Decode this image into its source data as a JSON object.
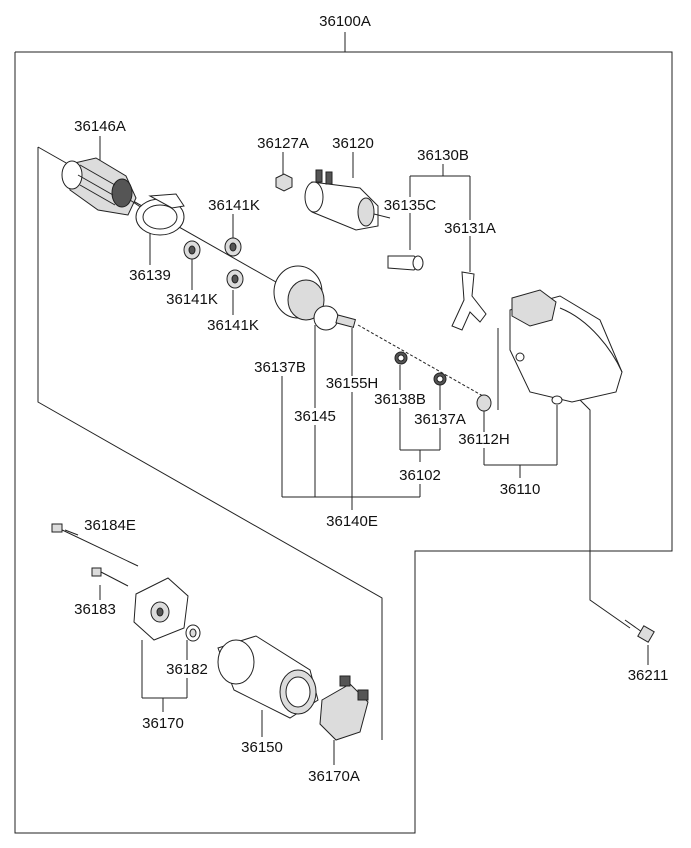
{
  "diagram": {
    "labels": {
      "assembly": "36100A",
      "armature": "36146A",
      "solenoid_nut": "36127A",
      "solenoid": "36120",
      "lever_set": "36130B",
      "lever_pin": "36135C",
      "lever": "36131A",
      "brush_cover": "36139",
      "gear_a": "36141K",
      "gear_b": "36141K",
      "gear_c": "36141K",
      "clutch": "36137B",
      "shaft": "36155H",
      "ring_b": "36138B",
      "ring_a": "36137A",
      "gear_group": "36145",
      "bushing": "36112H",
      "ring_set": "36102",
      "housing": "36110",
      "clutch_set": "36140E",
      "through_bolt": "36184E",
      "screw": "36183",
      "end_cap": "36182",
      "end_frame": "36170",
      "yoke": "36150",
      "brush_holder": "36170A",
      "mount_bolt": "36211"
    }
  }
}
